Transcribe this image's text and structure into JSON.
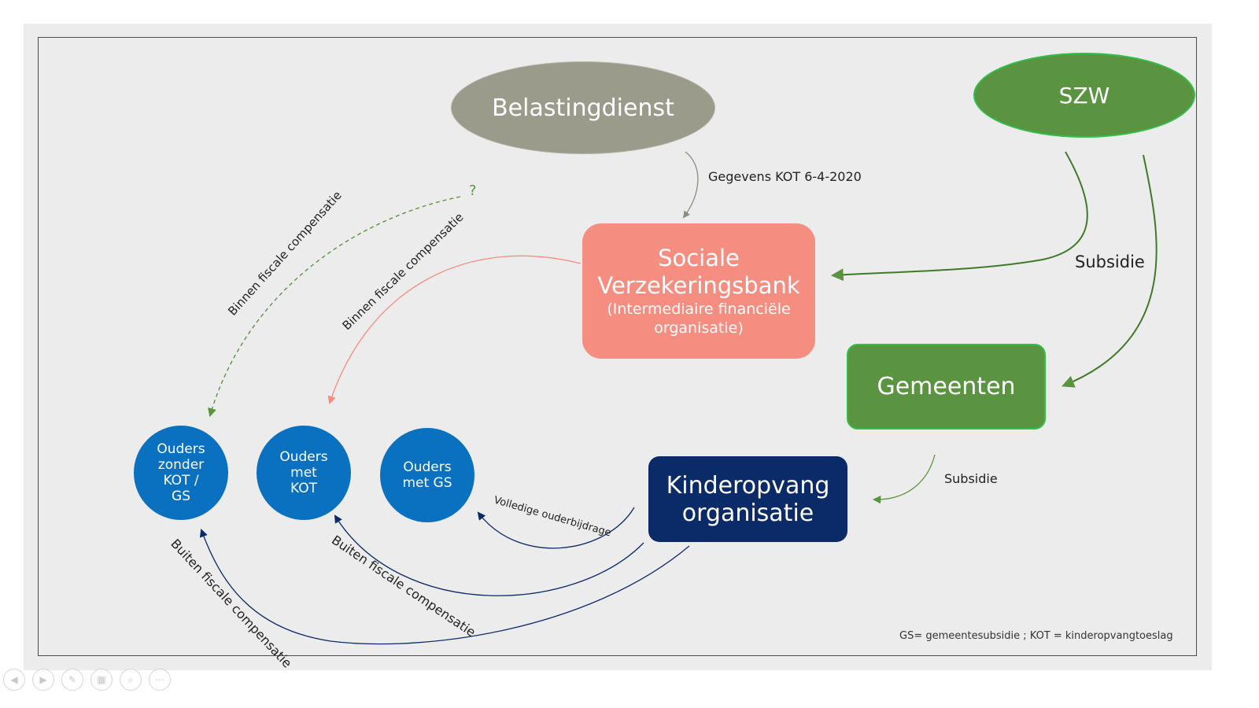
{
  "nodes": {
    "belastingdienst": "Belastingdienst",
    "szw": "SZW",
    "svb_line1": "Sociale",
    "svb_line2": "Verzekeringsbank",
    "svb_sub1": "(Intermediaire financiële",
    "svb_sub2": "organisatie)",
    "gemeenten": "Gemeenten",
    "kinderopvang_line1": "Kinderopvang",
    "kinderopvang_line2": "organisatie",
    "ouders_zonder": [
      "Ouders",
      "zonder",
      "KOT /",
      "GS"
    ],
    "ouders_kot": [
      "Ouders",
      "met",
      "KOT"
    ],
    "ouders_gs": [
      "Ouders",
      "met GS"
    ]
  },
  "edges": {
    "gegevens": "Gegevens KOT 6-4-2020",
    "subsidie_szw": "Subsidie",
    "subsidie_gem": "Subsidie",
    "binnen_1": "Binnen fiscale compensatie",
    "binnen_2": "Binnen fiscale compensatie",
    "question": "?",
    "volledige": "Volledige ouderbijdrage",
    "buiten_1": "Buiten fiscale compensatie",
    "buiten_2": "Buiten fiscale compensatie"
  },
  "footnote": "GS= gemeentesubsidie ; KOT = kinderopvangtoeslag",
  "controls": {
    "prev": "prev-icon",
    "next": "next-icon",
    "pen": "pen-icon",
    "slides": "slides-icon",
    "zoom": "zoom-icon",
    "more": "more-icon"
  },
  "colors": {
    "grey": "#9b9b8c",
    "green": "#5a9440",
    "salmon": "#f58d80",
    "navy": "#0b2a68",
    "blue": "#0a70c0"
  }
}
